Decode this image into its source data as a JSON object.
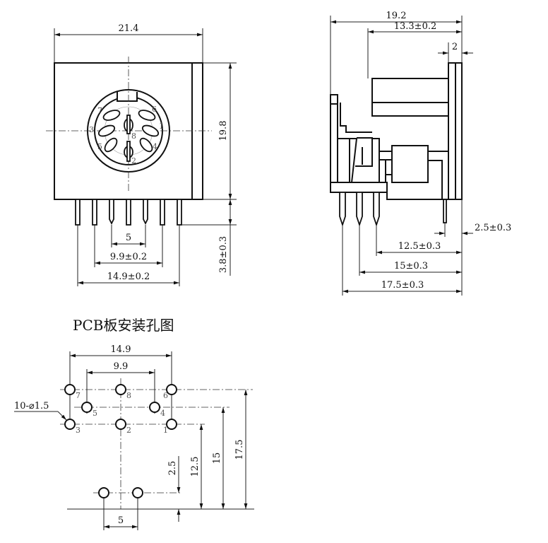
{
  "front_view": {
    "width": "21.4",
    "height": "19.8",
    "pin_length": "3.8±0.3",
    "pin_pitch": "5",
    "inner_span": "9.9±0.2",
    "outer_span": "14.9±0.2",
    "pin_numbers": [
      "7",
      "6",
      "3",
      "1",
      "8",
      "5",
      "4",
      "2"
    ]
  },
  "side_view": {
    "depth": "19.2",
    "body_depth": "13.3±0.2",
    "flange": "2",
    "pin_offset": "2.5±0.3",
    "row1": "12.5±0.3",
    "row2": "15±0.3",
    "row3": "17.5±0.3"
  },
  "pcb_layout": {
    "title": "PCB板安装孔图",
    "outer_span": "14.9",
    "inner_span": "9.9",
    "hole_spec": "10-⌀1.5",
    "hole_labels": [
      "7",
      "8",
      "6",
      "5",
      "4",
      "3",
      "2",
      "1"
    ],
    "dim_2_5": "2.5",
    "dim_12_5": "12.5",
    "dim_15": "15",
    "dim_17_5": "17.5",
    "dim_5": "5"
  }
}
